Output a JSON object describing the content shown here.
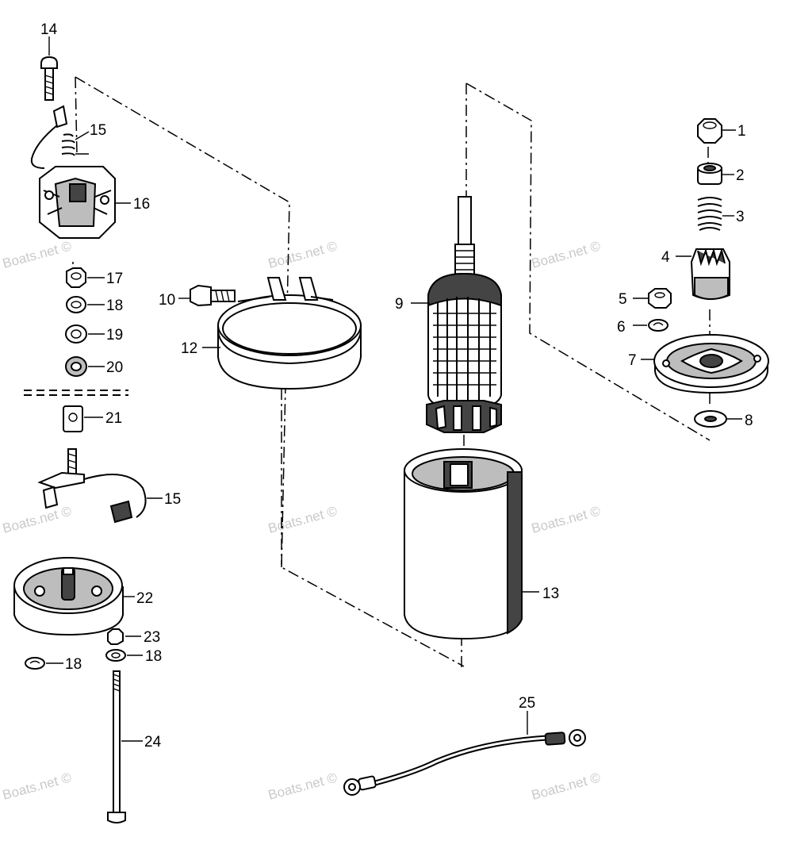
{
  "watermark": "Boats.net ©",
  "callouts": {
    "c1": "1",
    "c2": "2",
    "c3": "3",
    "c4": "4",
    "c5": "5",
    "c6": "6",
    "c7": "7",
    "c8": "8",
    "c9": "9",
    "c10": "10",
    "c12": "12",
    "c13": "13",
    "c14": "14",
    "c15a": "15",
    "c15b": "15",
    "c16": "16",
    "c17": "17",
    "c18a": "18",
    "c18b": "18",
    "c18c": "18",
    "c19": "19",
    "c20": "20",
    "c21": "21",
    "c22": "22",
    "c23": "23",
    "c24": "24",
    "c25": "25"
  }
}
